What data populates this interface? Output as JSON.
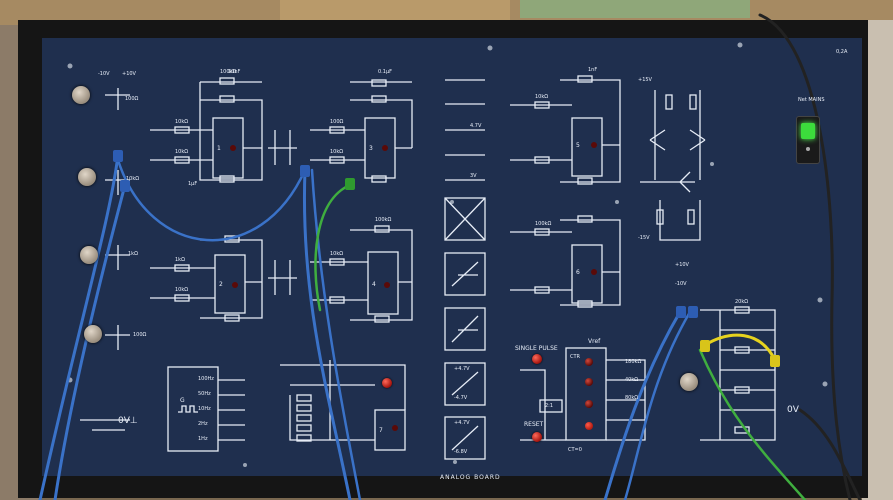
{
  "supplies": {
    "minus10": "-10V",
    "plus10": "+10V",
    "plus15": "+15V",
    "minus15": "-15V",
    "plus10b": "+10V",
    "minus10b": "-10V"
  },
  "pot_labels": {
    "p1": "100Ω",
    "p2": "10kΩ",
    "p3": "1kΩ",
    "p4": "100Ω"
  },
  "ground_label": "0V⊥",
  "ground_label_right": "0V",
  "amplifiers": {
    "a1": "1",
    "a2": "2",
    "a3": "3",
    "a4": "4",
    "a5": "5",
    "a6": "6",
    "a7": "7"
  },
  "resistors": {
    "r10k": "10kΩ",
    "r100k": "100kΩ",
    "r1k": "1kΩ",
    "r100": "100Ω",
    "r20k": "20kΩ",
    "r180k": "180kΩ",
    "r40k": "40kΩ",
    "r80k": "80kΩ"
  },
  "caps": {
    "c10n": "10nF",
    "c1u": "1μF",
    "c01u": "0.1μF",
    "c1n": "1nF"
  },
  "zeners": {
    "z1": "4.7V",
    "z2": "3V"
  },
  "limiter": {
    "upper": "+4.7V",
    "lower": "-4.7V",
    "upper2": "+4.7V",
    "lower2": "-6.8V"
  },
  "generator": {
    "label": "G",
    "f1": "100Hz",
    "f2": "50Hz",
    "f3": "10Hz",
    "f4": "2Hz",
    "f5": "1Hz"
  },
  "pulse": {
    "single": "SINGLE PULSE",
    "reset": "RESET",
    "vref": "Vref",
    "ctr": "CTR",
    "div": "2:1",
    "ct0": "CT=0"
  },
  "mains": {
    "label": "Net MAINS",
    "fuse": "0,2A"
  },
  "board_name": "ANALOG BOARD",
  "colors": {
    "panel": "#1f2f4e",
    "frame": "#151515",
    "wire_blue": "#3a72c8",
    "wire_green": "#3fae3f",
    "wire_yellow": "#e6d21e",
    "led_green": "#3cdc3c"
  }
}
